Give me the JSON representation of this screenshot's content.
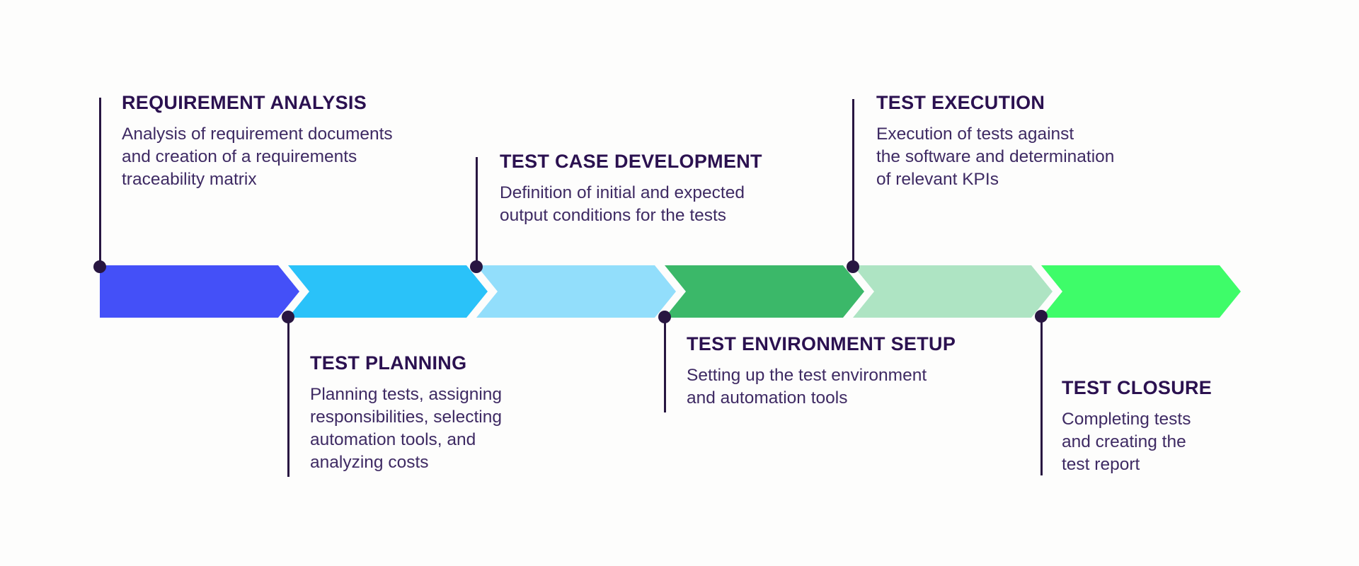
{
  "diagram": {
    "background_color": "#fdfdfc",
    "connector_color": "#281641",
    "title_color": "#2b1150",
    "description_color": "#3e2a63",
    "phases": [
      {
        "title": "REQUIREMENT ANALYSIS",
        "description": "Analysis of requirement documents\nand creation of a requirements\ntraceability matrix",
        "color": "#4450f8",
        "label_position": "top"
      },
      {
        "title": "TEST PLANNING",
        "description": "Planning tests, assigning\nresponsibilities, selecting\nautomation tools, and\nanalyzing costs",
        "color": "#2ac2f9",
        "label_position": "bottom"
      },
      {
        "title": "TEST CASE DEVELOPMENT",
        "description": "Definition of initial and expected\noutput conditions for the tests",
        "color": "#92defb",
        "label_position": "top"
      },
      {
        "title": "TEST ENVIRONMENT SETUP",
        "description": "Setting up the test environment\nand automation tools",
        "color": "#3bb869",
        "label_position": "bottom"
      },
      {
        "title": "TEST EXECUTION",
        "description": "Execution of tests against\nthe software and determination\nof relevant KPIs",
        "color": "#aee4c3",
        "label_position": "top"
      },
      {
        "title": "TEST CLOSURE",
        "description": "Completing tests\nand creating the\ntest report",
        "color": "#3efc69",
        "label_position": "bottom"
      }
    ]
  }
}
